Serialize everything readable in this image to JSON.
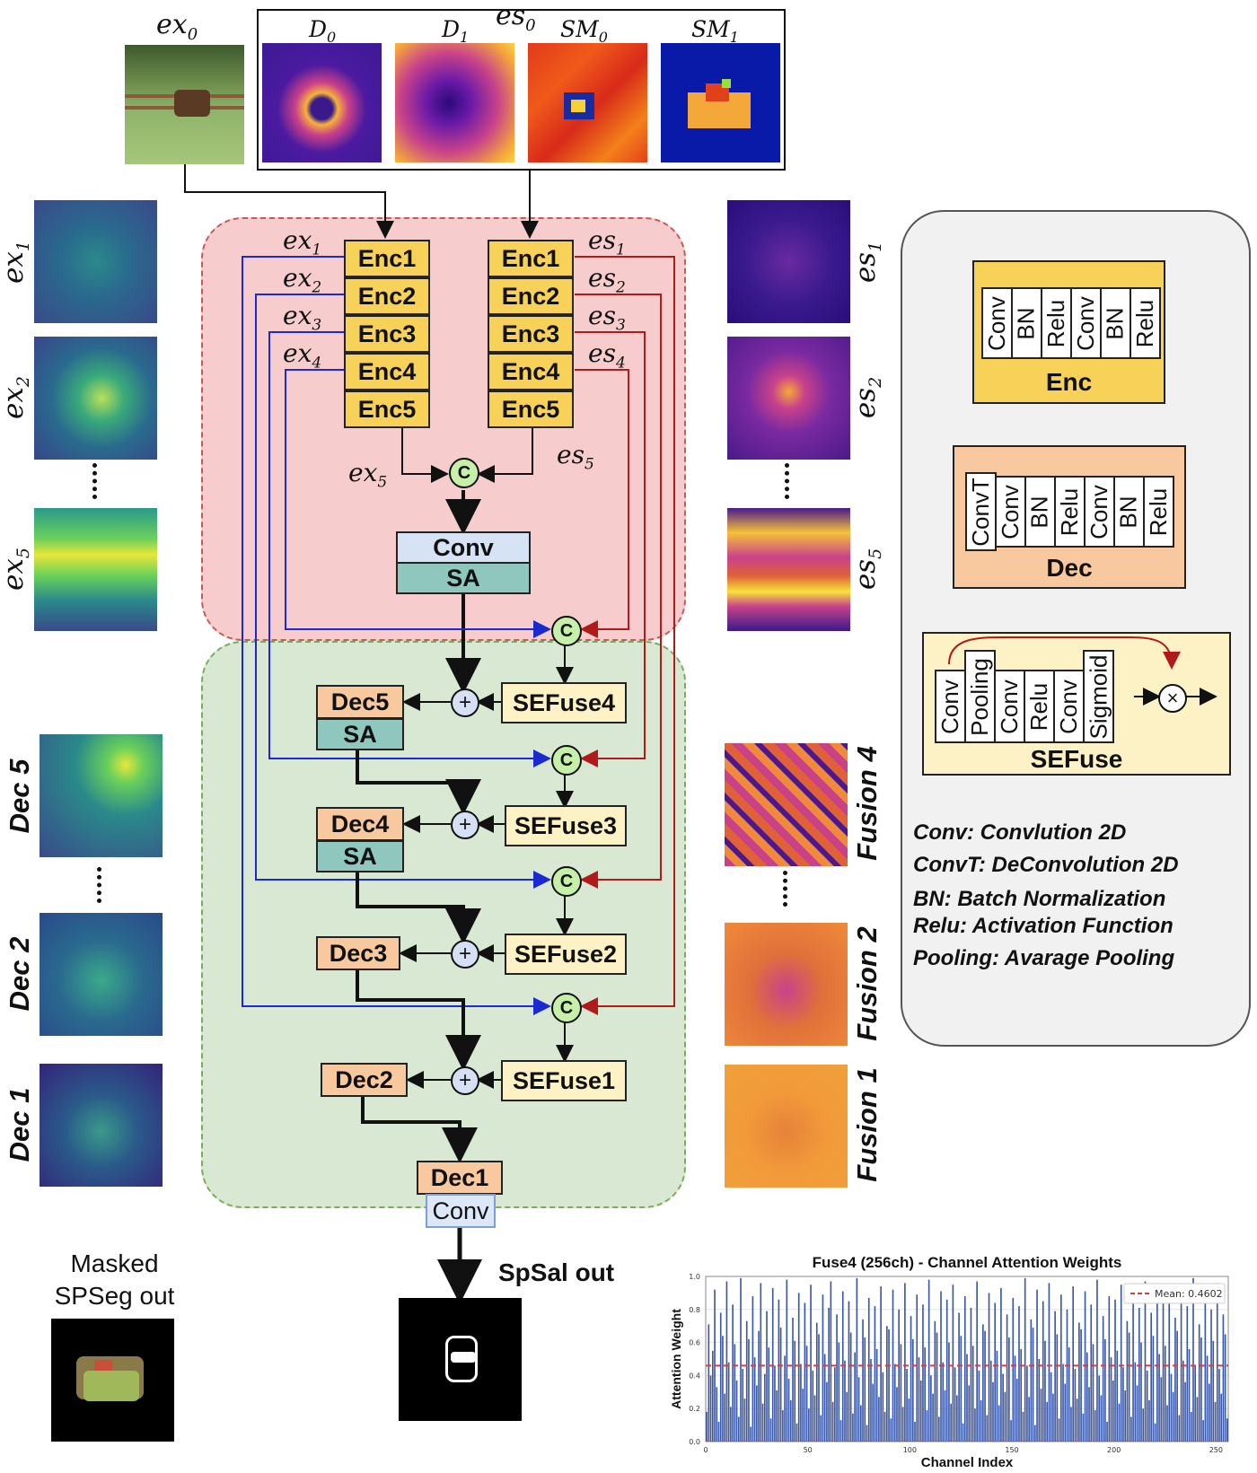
{
  "inputs": {
    "ex0": "ex",
    "ex0_sub": "0",
    "es0": "es",
    "es0_sub": "0",
    "maps": [
      {
        "base": "D",
        "sub": "0"
      },
      {
        "base": "D",
        "sub": "1"
      },
      {
        "base": "SM",
        "sub": "0"
      },
      {
        "base": "SM",
        "sub": "1"
      }
    ]
  },
  "encoder": {
    "left": [
      "Enc1",
      "Enc2",
      "Enc3",
      "Enc4",
      "Enc5"
    ],
    "right": [
      "Enc1",
      "Enc2",
      "Enc3",
      "Enc4",
      "Enc5"
    ],
    "ex_labels": [
      "ex",
      "ex",
      "ex",
      "ex"
    ],
    "ex_subs": [
      "1",
      "2",
      "3",
      "4"
    ],
    "es_labels": [
      "es",
      "es",
      "es",
      "es"
    ],
    "es_subs": [
      "1",
      "2",
      "3",
      "4"
    ],
    "ex5": "ex",
    "ex5_sub": "5",
    "es5": "es",
    "es5_sub": "5",
    "concat_symbol": "C",
    "plus_symbol": "+",
    "conv": "Conv",
    "sa": "SA"
  },
  "decoder": {
    "dec5": "Dec5",
    "dec4": "Dec4",
    "dec3": "Dec3",
    "dec2": "Dec2",
    "dec1": "Dec1",
    "sa": "SA",
    "conv": "Conv",
    "sefuse": [
      "SEFuse4",
      "SEFuse3",
      "SEFuse2",
      "SEFuse1"
    ]
  },
  "left_thumbs": {
    "ex_labels": [
      {
        "base": "ex",
        "sub": "1"
      },
      {
        "base": "ex",
        "sub": "2"
      },
      {
        "base": "ex",
        "sub": "5"
      }
    ],
    "dec_labels": [
      "Dec 5",
      "Dec 2",
      "Dec 1"
    ]
  },
  "right_thumbs": {
    "es_labels": [
      {
        "base": "es",
        "sub": "1"
      },
      {
        "base": "es",
        "sub": "2"
      },
      {
        "base": "es",
        "sub": "5"
      }
    ],
    "fusion_labels": [
      "Fusion 4",
      "Fusion 2",
      "Fusion 1"
    ]
  },
  "legend": {
    "enc_cells": [
      "Conv",
      "BN",
      "Relu",
      "Conv",
      "BN",
      "Relu"
    ],
    "enc_title": "Enc",
    "dec_cells": [
      "ConvT",
      "Conv",
      "BN",
      "Relu",
      "Conv",
      "BN",
      "Relu"
    ],
    "dec_title": "Dec",
    "sef_cells": [
      "Conv",
      "Pooling",
      "Conv",
      "Relu",
      "Conv",
      "Sigmoid"
    ],
    "sef_title": "SEFuse",
    "times_symbol": "×",
    "definitions": [
      "Conv: Convlution 2D",
      "ConvT: DeConvolution 2D",
      "BN: Batch Normalization",
      "Relu: Activation Function",
      "Pooling: Avarage Pooling"
    ]
  },
  "outputs": {
    "masked_label_1": "Masked",
    "masked_label_2": "SPSeg out",
    "spsal_label": "SpSal out"
  },
  "chart_data": {
    "type": "bar",
    "title": "Fuse4 (256ch) - Channel Attention Weights",
    "xlabel": "Channel Index",
    "ylabel": "Attention Weight",
    "xlim": [
      0,
      256
    ],
    "ylim": [
      0,
      1.0
    ],
    "xticks": [
      0,
      50,
      100,
      150,
      200,
      250
    ],
    "yticks": [
      0.0,
      0.2,
      0.4,
      0.6,
      0.8,
      1.0
    ],
    "mean_label": "Mean: 0.4602",
    "mean": 0.4602,
    "bar_color": "#3a56a6",
    "mean_color": "#e03a3a",
    "values": [
      0.18,
      0.71,
      0.4,
      0.55,
      0.92,
      0.33,
      0.12,
      0.78,
      0.64,
      0.29,
      0.97,
      0.48,
      0.21,
      0.83,
      0.59,
      0.37,
      0.15,
      0.99,
      0.44,
      0.26,
      0.73,
      0.62,
      0.09,
      0.88,
      0.51,
      0.34,
      0.67,
      0.96,
      0.23,
      0.41,
      0.79,
      0.57,
      0.14,
      0.93,
      0.46,
      0.31,
      0.86,
      0.69,
      0.19,
      0.52,
      0.98,
      0.38,
      0.25,
      0.75,
      0.61,
      0.11,
      0.9,
      0.47,
      0.32,
      0.84,
      0.58,
      0.2,
      0.95,
      0.43,
      0.28,
      0.72,
      0.65,
      0.16,
      0.89,
      0.53,
      0.36,
      0.81,
      0.97,
      0.24,
      0.45,
      0.77,
      0.6,
      0.13,
      0.91,
      0.49,
      0.3,
      0.85,
      0.66,
      0.17,
      0.54,
      0.99,
      0.39,
      0.22,
      0.74,
      0.63,
      0.1,
      0.87,
      0.5,
      0.35,
      0.82,
      0.56,
      0.27,
      0.94,
      0.42,
      0.18,
      0.7,
      0.68,
      0.14,
      0.92,
      0.47,
      0.33,
      0.8,
      0.59,
      0.21,
      0.96,
      0.44,
      0.26,
      0.76,
      0.62,
      0.12,
      0.89,
      0.51,
      0.37,
      0.83,
      0.57,
      0.19,
      0.98,
      0.4,
      0.29,
      0.73,
      0.66,
      0.15,
      0.91,
      0.48,
      0.31,
      0.86,
      0.6,
      0.23,
      0.95,
      0.45,
      0.28,
      0.78,
      0.64,
      0.11,
      0.88,
      0.53,
      0.34,
      0.81,
      0.58,
      0.2,
      0.97,
      0.43,
      0.25,
      0.71,
      0.67,
      0.16,
      0.9,
      0.49,
      0.36,
      0.84,
      0.55,
      0.22,
      0.93,
      0.41,
      0.3,
      0.77,
      0.63,
      0.13,
      0.87,
      0.52,
      0.38,
      0.82,
      0.56,
      0.18,
      0.99,
      0.46,
      0.27,
      0.74,
      0.69,
      0.1,
      0.92,
      0.5,
      0.32,
      0.85,
      0.61,
      0.24,
      0.96,
      0.42,
      0.29,
      0.79,
      0.65,
      0.14,
      0.89,
      0.47,
      0.35,
      0.8,
      0.57,
      0.21,
      0.94,
      0.44,
      0.26,
      0.72,
      0.68,
      0.17,
      0.91,
      0.54,
      0.33,
      0.83,
      0.59,
      0.19,
      0.98,
      0.4,
      0.28,
      0.76,
      0.62,
      0.12,
      0.88,
      0.51,
      0.37,
      0.86,
      0.55,
      0.23,
      0.95,
      0.45,
      0.31,
      0.73,
      0.66,
      0.15,
      0.9,
      0.48,
      0.34,
      0.81,
      0.6,
      0.2,
      0.97,
      0.43,
      0.25,
      0.78,
      0.64,
      0.11,
      0.87,
      0.53,
      0.39,
      0.84,
      0.58,
      0.22,
      0.93,
      0.41,
      0.3,
      0.75,
      0.67,
      0.16,
      0.92,
      0.49,
      0.36,
      0.82,
      0.56,
      0.18,
      0.99,
      0.46,
      0.27,
      0.71,
      0.63,
      0.13,
      0.89,
      0.52,
      0.35,
      0.8,
      0.61,
      0.24,
      0.96,
      0.44,
      0.29,
      0.77,
      0.65,
      0.14
    ]
  }
}
